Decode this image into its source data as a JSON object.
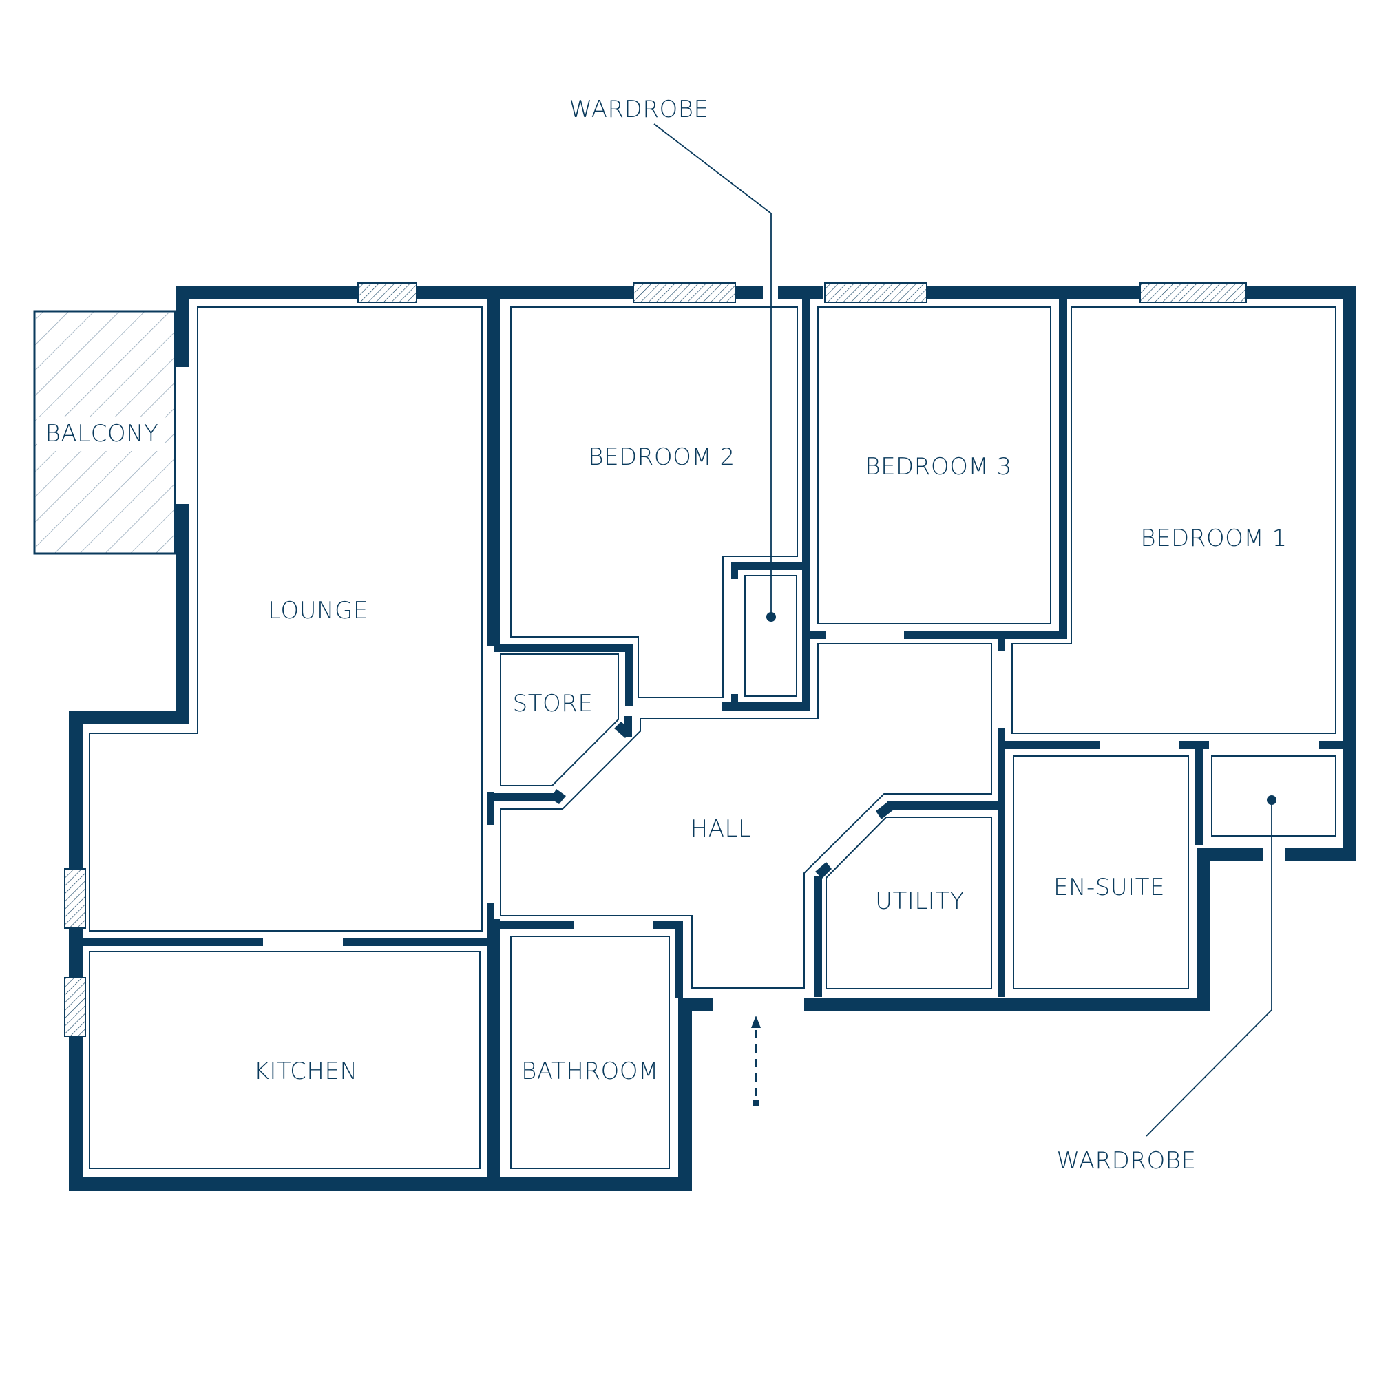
{
  "colors": {
    "wall": "#0a3a5c",
    "line": "#0a3a5c",
    "background": "#ffffff"
  },
  "rooms": [
    {
      "id": "balcony",
      "label": "BALCONY"
    },
    {
      "id": "lounge",
      "label": "LOUNGE"
    },
    {
      "id": "kitchen",
      "label": "KITCHEN"
    },
    {
      "id": "bedroom2",
      "label": "BEDROOM 2"
    },
    {
      "id": "bedroom3",
      "label": "BEDROOM 3"
    },
    {
      "id": "bedroom1",
      "label": "BEDROOM 1"
    },
    {
      "id": "store",
      "label": "STORE"
    },
    {
      "id": "hall",
      "label": "HALL"
    },
    {
      "id": "utility",
      "label": "UTILITY"
    },
    {
      "id": "ensuite",
      "label": "EN-SUITE"
    },
    {
      "id": "bathroom",
      "label": "BATHROOM"
    }
  ],
  "callouts": {
    "wardrobe_top": "WARDROBE",
    "wardrobe_bottom": "WARDROBE"
  }
}
